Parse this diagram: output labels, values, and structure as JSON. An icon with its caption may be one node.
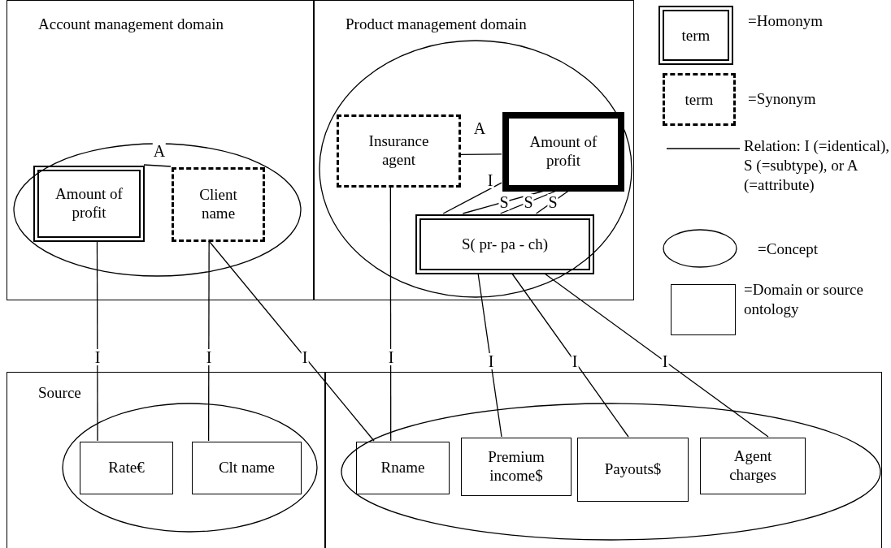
{
  "diagram": {
    "nodes": [
      {
        "text": [
          "Account management domain"
        ]
      },
      {
        "text": [],
        "shape": "ellipse",
        "in": 0
      },
      {
        "text": [
          "Amount of profit"
        ],
        "in": 1
      },
      {
        "text": [
          "Client name"
        ],
        "in": 1
      },
      {
        "text": [
          "Product management domain"
        ]
      },
      {
        "text": [],
        "shape": "ellipse",
        "in": 4
      },
      {
        "text": [
          "Insurance agent"
        ],
        "in": 5
      },
      {
        "text": [
          "Amount of profit"
        ],
        "in": 5
      },
      {
        "text": [
          "S( pr- pa - ch)"
        ],
        "in": 5
      },
      {
        "text": [
          "Source"
        ]
      },
      {
        "text": [],
        "shape": "ellipse",
        "in": 9
      },
      {
        "text": [
          "Rate€"
        ],
        "in": 10
      },
      {
        "text": [
          "Clt name"
        ],
        "in": 10
      },
      {
        "text": [],
        "shape": "box"
      },
      {
        "text": [],
        "shape": "ellipse",
        "in": 13
      },
      {
        "text": [
          "Rname"
        ],
        "in": 14
      },
      {
        "text": [
          "Premium income$"
        ],
        "in": 14
      },
      {
        "text": [
          "Payouts$"
        ],
        "in": 14
      },
      {
        "text": [
          "Agent charges"
        ],
        "in": 14
      }
    ],
    "edges": [
      {
        "from": 2,
        "to": 3,
        "arrow": "none",
        "label": "A"
      },
      {
        "from": 6,
        "to": 7,
        "arrow": "none",
        "label": "A"
      },
      {
        "from": 7,
        "to": 8,
        "arrow": "none",
        "label": "I"
      },
      {
        "from": 7,
        "to": 8,
        "arrow": "none",
        "label": "S"
      },
      {
        "from": 7,
        "to": 8,
        "arrow": "none",
        "label": "S"
      },
      {
        "from": 7,
        "to": 8,
        "arrow": "none",
        "label": "S"
      },
      {
        "from": 2,
        "to": 11,
        "arrow": "none",
        "label": "I"
      },
      {
        "from": 3,
        "to": 12,
        "arrow": "none",
        "label": "I"
      },
      {
        "from": 3,
        "to": 15,
        "arrow": "none",
        "label": "I"
      },
      {
        "from": 6,
        "to": 15,
        "arrow": "none",
        "label": "I"
      },
      {
        "from": 8,
        "to": 16,
        "arrow": "none",
        "label": "I"
      },
      {
        "from": 8,
        "to": 17,
        "arrow": "none",
        "label": "I"
      },
      {
        "from": 8,
        "to": 18,
        "arrow": "none",
        "label": "I"
      }
    ],
    "labels": [
      "term",
      "term"
    ],
    "legend": [
      {
        "text": "=Homonym"
      },
      {
        "text": "=Synonym"
      },
      {
        "text": "Relation: I (=identical), S (=subtype), or A (=attribute)"
      },
      {
        "text": "=Concept"
      },
      {
        "text": "=Domain or source ontology"
      }
    ]
  }
}
